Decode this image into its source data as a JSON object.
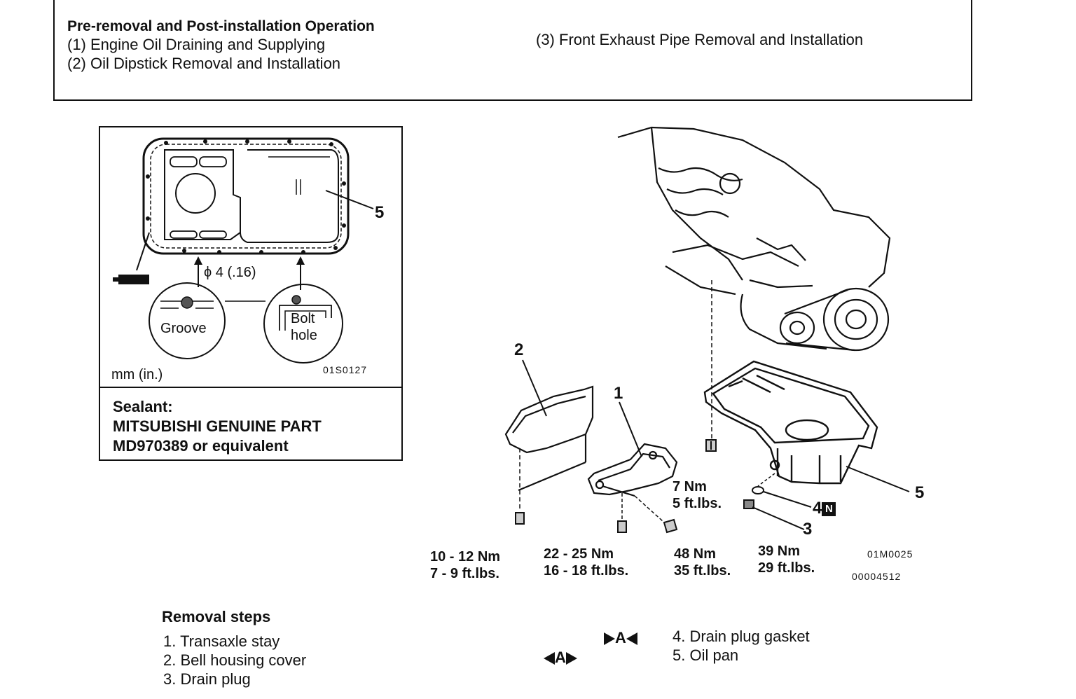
{
  "pre_removal": {
    "title": "Pre-removal and Post-installation Operation",
    "items": [
      "(1)  Engine Oil Draining and Supplying",
      "(2)  Oil Dipstick Removal and Installation",
      "(3)  Front Exhaust Pipe Removal and Installation"
    ]
  },
  "inset": {
    "callout_5": "5",
    "diameter": "ϕ 4 (.16)",
    "groove": "Groove",
    "bolt_hole_line1": "Bolt",
    "bolt_hole_line2": "hole",
    "units": "mm (in.)",
    "code": "01S0127",
    "sealant_label": "Sealant:",
    "sealant_line1": "MITSUBISHI GENUINE PART",
    "sealant_line2": "MD970389 or equivalent"
  },
  "main": {
    "callouts": {
      "c1": "1",
      "c2": "2",
      "c3": "3",
      "c4": "4",
      "c4_badge": "N",
      "c5": "5"
    },
    "torques": [
      {
        "nm": "10 - 12 Nm",
        "ftlbs": "7 - 9 ft.lbs."
      },
      {
        "nm": "22 - 25 Nm",
        "ftlbs": "16 - 18 ft.lbs."
      },
      {
        "nm": "48 Nm",
        "ftlbs": "35 ft.lbs."
      },
      {
        "nm": "7 Nm",
        "ftlbs": "5 ft.lbs."
      },
      {
        "nm": "39 Nm",
        "ftlbs": "29 ft.lbs."
      }
    ],
    "code1": "01M0025",
    "code2": "00004512"
  },
  "removal": {
    "title": "Removal steps",
    "steps_left": [
      "1. Transaxle stay",
      "2. Bell housing cover",
      "3. Drain plug"
    ],
    "steps_right": [
      "4. Drain plug gasket",
      "5. Oil pan"
    ],
    "marker_a": "A"
  }
}
